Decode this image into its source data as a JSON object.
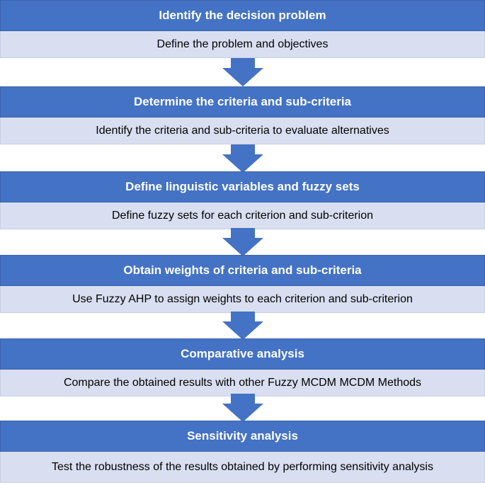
{
  "steps": [
    {
      "title": "Identify the decision problem",
      "description": "Define the problem and objectives"
    },
    {
      "title": "Determine the criteria and sub-criteria",
      "description": "Identify the criteria and sub-criteria to evaluate alternatives"
    },
    {
      "title": "Define linguistic variables and fuzzy sets",
      "description": "Define fuzzy sets for each criterion and sub-criterion"
    },
    {
      "title": "Obtain weights of criteria and sub-criteria",
      "description": "Use Fuzzy AHP to assign weights to each criterion and sub-criterion"
    },
    {
      "title": "Comparative analysis",
      "description": "Compare the obtained results with other Fuzzy MCDM MCDM Methods"
    },
    {
      "title": "Sensitivity analysis",
      "description": "Test the robustness of the results obtained by performing sensitivity analysis"
    }
  ],
  "colors": {
    "header": "#4472c4",
    "body": "#d9dff1",
    "arrow": "#4472c4"
  }
}
